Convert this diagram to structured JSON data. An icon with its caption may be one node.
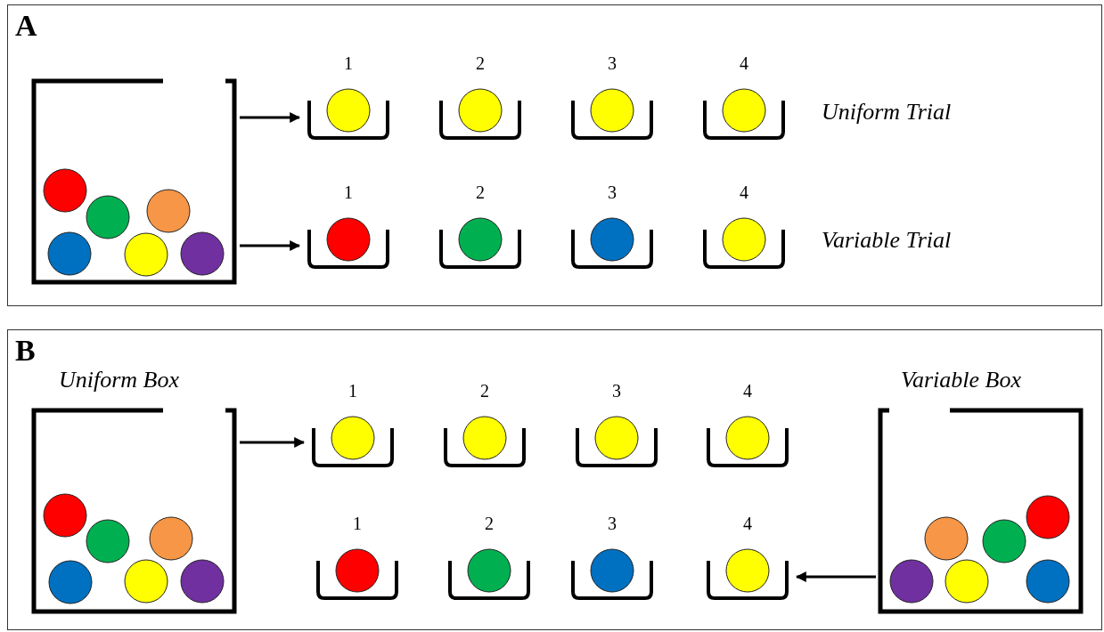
{
  "diagram": {
    "nodes": [
      {
        "text": [
          "A"
        ]
      },
      {
        "text": [],
        "shape": "box",
        "in": 0
      },
      {
        "text": [],
        "shape": "cup",
        "in": 0,
        "beside": [
          "1"
        ]
      },
      {
        "text": [],
        "shape": "cup",
        "in": 0,
        "beside": [
          "2"
        ]
      },
      {
        "text": [],
        "shape": "cup",
        "in": 0,
        "beside": [
          "3"
        ]
      },
      {
        "text": [],
        "shape": "cup",
        "in": 0,
        "beside": [
          "4"
        ]
      },
      {
        "text": [],
        "shape": "cup",
        "in": 0,
        "beside": [
          "1"
        ]
      },
      {
        "text": [],
        "shape": "cup",
        "in": 0,
        "beside": [
          "2"
        ]
      },
      {
        "text": [],
        "shape": "cup",
        "in": 0,
        "beside": [
          "3"
        ]
      },
      {
        "text": [],
        "shape": "cup",
        "in": 0,
        "beside": [
          "4"
        ]
      },
      {
        "text": [
          "B"
        ]
      },
      {
        "text": [
          "Uniform Box"
        ],
        "in": 10
      },
      {
        "text": [],
        "shape": "cup",
        "in": 10,
        "beside": [
          "1"
        ]
      },
      {
        "text": [],
        "shape": "cup",
        "in": 10,
        "beside": [
          "2"
        ]
      },
      {
        "text": [],
        "shape": "cup",
        "in": 10,
        "beside": [
          "3"
        ]
      },
      {
        "text": [],
        "shape": "cup",
        "in": 10,
        "beside": [
          "4"
        ]
      },
      {
        "text": [],
        "shape": "cup",
        "in": 10,
        "beside": [
          "1"
        ]
      },
      {
        "text": [],
        "shape": "cup",
        "in": 10,
        "beside": [
          "2"
        ]
      },
      {
        "text": [],
        "shape": "cup",
        "in": 10,
        "beside": [
          "3"
        ]
      },
      {
        "text": [],
        "shape": "cup",
        "in": 10,
        "beside": [
          "4"
        ]
      },
      {
        "text": [
          "Variable Box"
        ],
        "in": 10
      }
    ],
    "edges": [
      {
        "from": 1,
        "to": 2,
        "arrow": "to"
      },
      {
        "from": 1,
        "to": 6,
        "arrow": "to"
      },
      {
        "from": 11,
        "to": 12,
        "arrow": "to"
      },
      {
        "from": 20,
        "to": 19,
        "arrow": "to"
      }
    ],
    "labels": [
      "Uniform Trial",
      "Variable Trial"
    ]
  }
}
